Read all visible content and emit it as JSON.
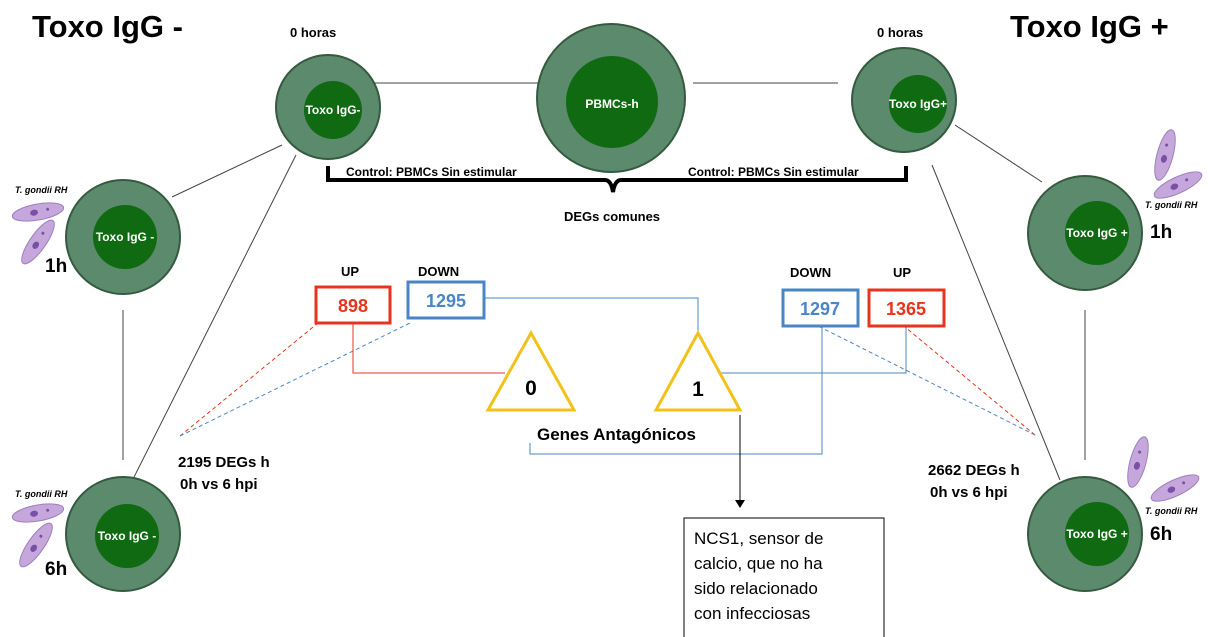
{
  "titles": {
    "left": "Toxo IgG -",
    "right": "Toxo IgG +"
  },
  "center_cell": {
    "label": "PBMCs-h"
  },
  "top_cells": {
    "left": {
      "time": "0 horas",
      "label": "Toxo IgG-"
    },
    "right": {
      "time": "0 horas",
      "label": "Toxo IgG+"
    }
  },
  "controls": {
    "left": "Control: PBMCs Sin estimular",
    "right": "Control: PBMCs  Sin estimular"
  },
  "common_degs": "DEGs comunes",
  "side_cells": {
    "left_1h": {
      "label": "Toxo IgG -",
      "time": "1h",
      "parasite": "T. gondii RH"
    },
    "left_6h": {
      "label": "Toxo IgG -",
      "time": "6h",
      "parasite": "T. gondii RH"
    },
    "right_1h": {
      "label": "Toxo IgG +",
      "time": "1h",
      "parasite": "T. gondii RH"
    },
    "right_6h": {
      "label": "Toxo IgG +",
      "time": "6h",
      "parasite": "T. gondii RH"
    }
  },
  "boxes": {
    "left": {
      "up_label": "UP",
      "up_value": "898",
      "down_label": "DOWN",
      "down_value": "1295"
    },
    "right": {
      "up_label": "UP",
      "up_value": "1365",
      "down_label": "DOWN",
      "down_value": "1297"
    }
  },
  "triangles": {
    "left": "0",
    "right": "1"
  },
  "antagonic": "Genes Antagónicos",
  "degs": {
    "left": {
      "line1": "2195 DEGs h",
      "line2": "0h vs 6  hpi"
    },
    "right": {
      "line1": "2662 DEGs h",
      "line2": "0h vs 6  hpi"
    }
  },
  "note": {
    "lines": [
      "NCS1, sensor de",
      "calcio, que no ha",
      "sido relacionado",
      "con infecciosas"
    ]
  },
  "colors": {
    "cell_outer": "#5c8a6c",
    "cell_inner": "#0f6a12",
    "up": "#e8341c",
    "down": "#4a86c6",
    "triangle": "#f2c21a"
  }
}
